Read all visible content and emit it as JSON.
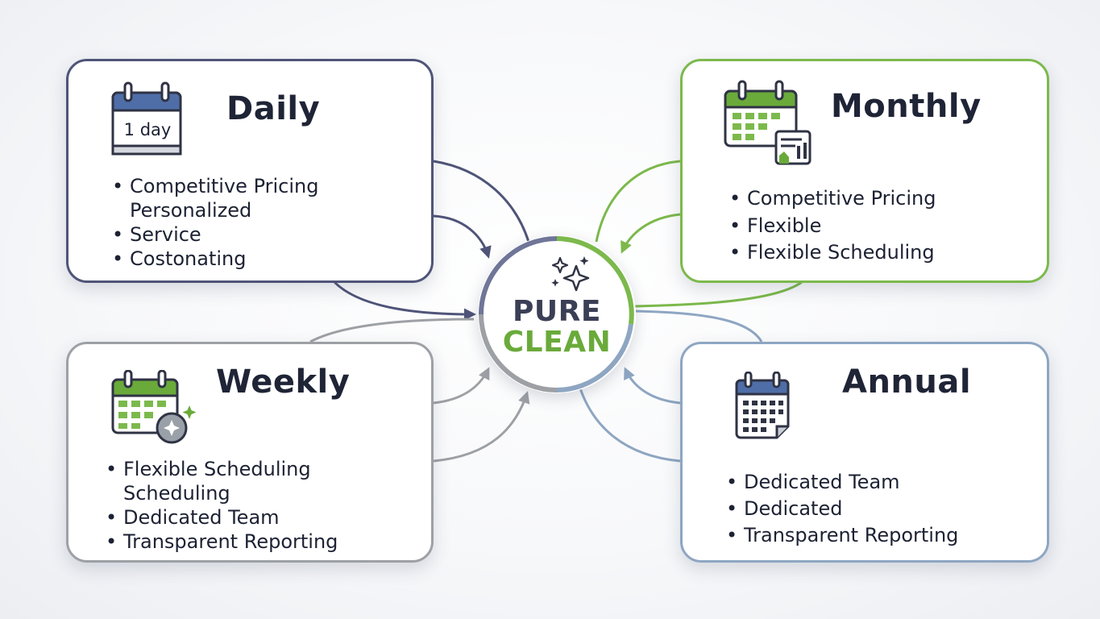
{
  "hub": {
    "word1": "PURE",
    "word2": "CLEAN",
    "icon": "sparkles-icon"
  },
  "cards": {
    "daily": {
      "title": "Daily",
      "icon_text": "1 day",
      "icon": "calendar-icon",
      "items": [
        {
          "text": "Competitive Pricing",
          "bullet": true
        },
        {
          "text": "Personalized",
          "bullet": false
        },
        {
          "text": "Service",
          "bullet": true
        },
        {
          "text": "Costonating",
          "bullet": true
        }
      ]
    },
    "monthly": {
      "title": "Monthly",
      "icon": "calendar-report-icon",
      "items": [
        {
          "text": "Competitive Pricing",
          "bullet": true
        },
        {
          "text": "Flexible",
          "bullet": true
        },
        {
          "text": "Flexible Scheduling",
          "bullet": true
        }
      ]
    },
    "weekly": {
      "title": "Weekly",
      "icon": "calendar-sparkle-icon",
      "items": [
        {
          "text": "Flexible Scheduling",
          "bullet": true
        },
        {
          "text": "Scheduling",
          "bullet": false
        },
        {
          "text": "Dedicated Team",
          "bullet": true
        },
        {
          "text": "Transparent Reporting",
          "bullet": true
        }
      ]
    },
    "annual": {
      "title": "Annual",
      "icon": "calendar-grid-icon",
      "items": [
        {
          "text": "Dedicated Team",
          "bullet": true
        },
        {
          "text": "Dedicated",
          "bullet": true
        },
        {
          "text": "Transparent Reporting",
          "bullet": true
        }
      ]
    }
  },
  "colors": {
    "daily": "#4f5478",
    "monthly": "#7cb94c",
    "weekly": "#9da0a4",
    "annual": "#8ea6c2",
    "brand_dark": "#3b3f56",
    "brand_green": "#6aaa3a"
  }
}
